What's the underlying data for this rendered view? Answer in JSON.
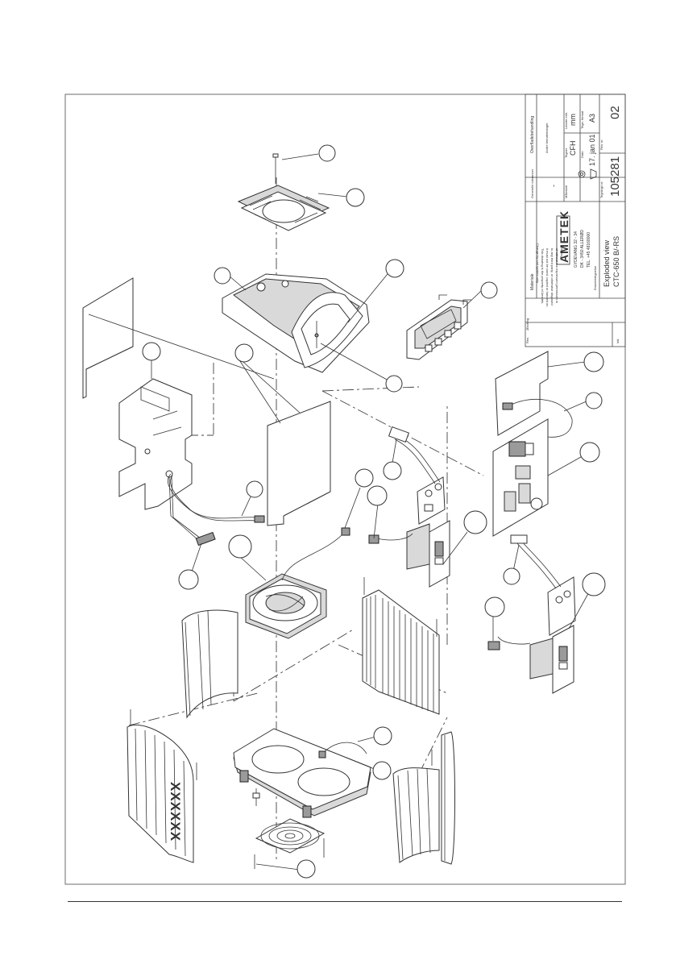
{
  "title_block": {
    "company": "AMETEK",
    "title_line1": "Exploded view",
    "title_line2": "CTC-650 B/-RS",
    "drawing_no": "105281",
    "revision": "02",
    "date": "17. jan 01",
    "drawn_by": "CFH",
    "unit": "mm",
    "format": "A3",
    "scale": "-",
    "material_label": "Materiale",
    "surface_label": "Overfladebehandling",
    "address_line1": "GYDEVANG 32 - 34",
    "address_line2": "DK - 3450 ALLERØD",
    "address_line3": "TEL. +45 48168000",
    "dept_label": "Emnebetegnelse",
    "disclaimer_line1": "This drawing is the property of Ametek,",
    "disclaimer_line2": "it must not be used, copied or handed on",
    "disclaimer_line3": "to any third party, or otherwise disposed",
    "disclaimer_line4": "of without our expressed permission in",
    "disclaimer_line5": "writing.",
    "change_note": "Change by cad system only",
    "labels": {
      "tegner": "Tegner",
      "dato": "Dato",
      "maalestok": "Målestok",
      "tegnings_nr": "Tegnings nr.",
      "rev_nr": "Rev. nr.",
      "linear_unit": "Lineær enh.",
      "tegn_format": "Tegn. format",
      "generelle_tolerancer": "Generelle tolerancer",
      "andre_bemaerkninger": "Andre bemærkninger",
      "rev": "Rev.",
      "aendring": "Ændring",
      "dato_rev": "Dato",
      "init": "Init."
    }
  },
  "side_marking": "XXXXXX"
}
